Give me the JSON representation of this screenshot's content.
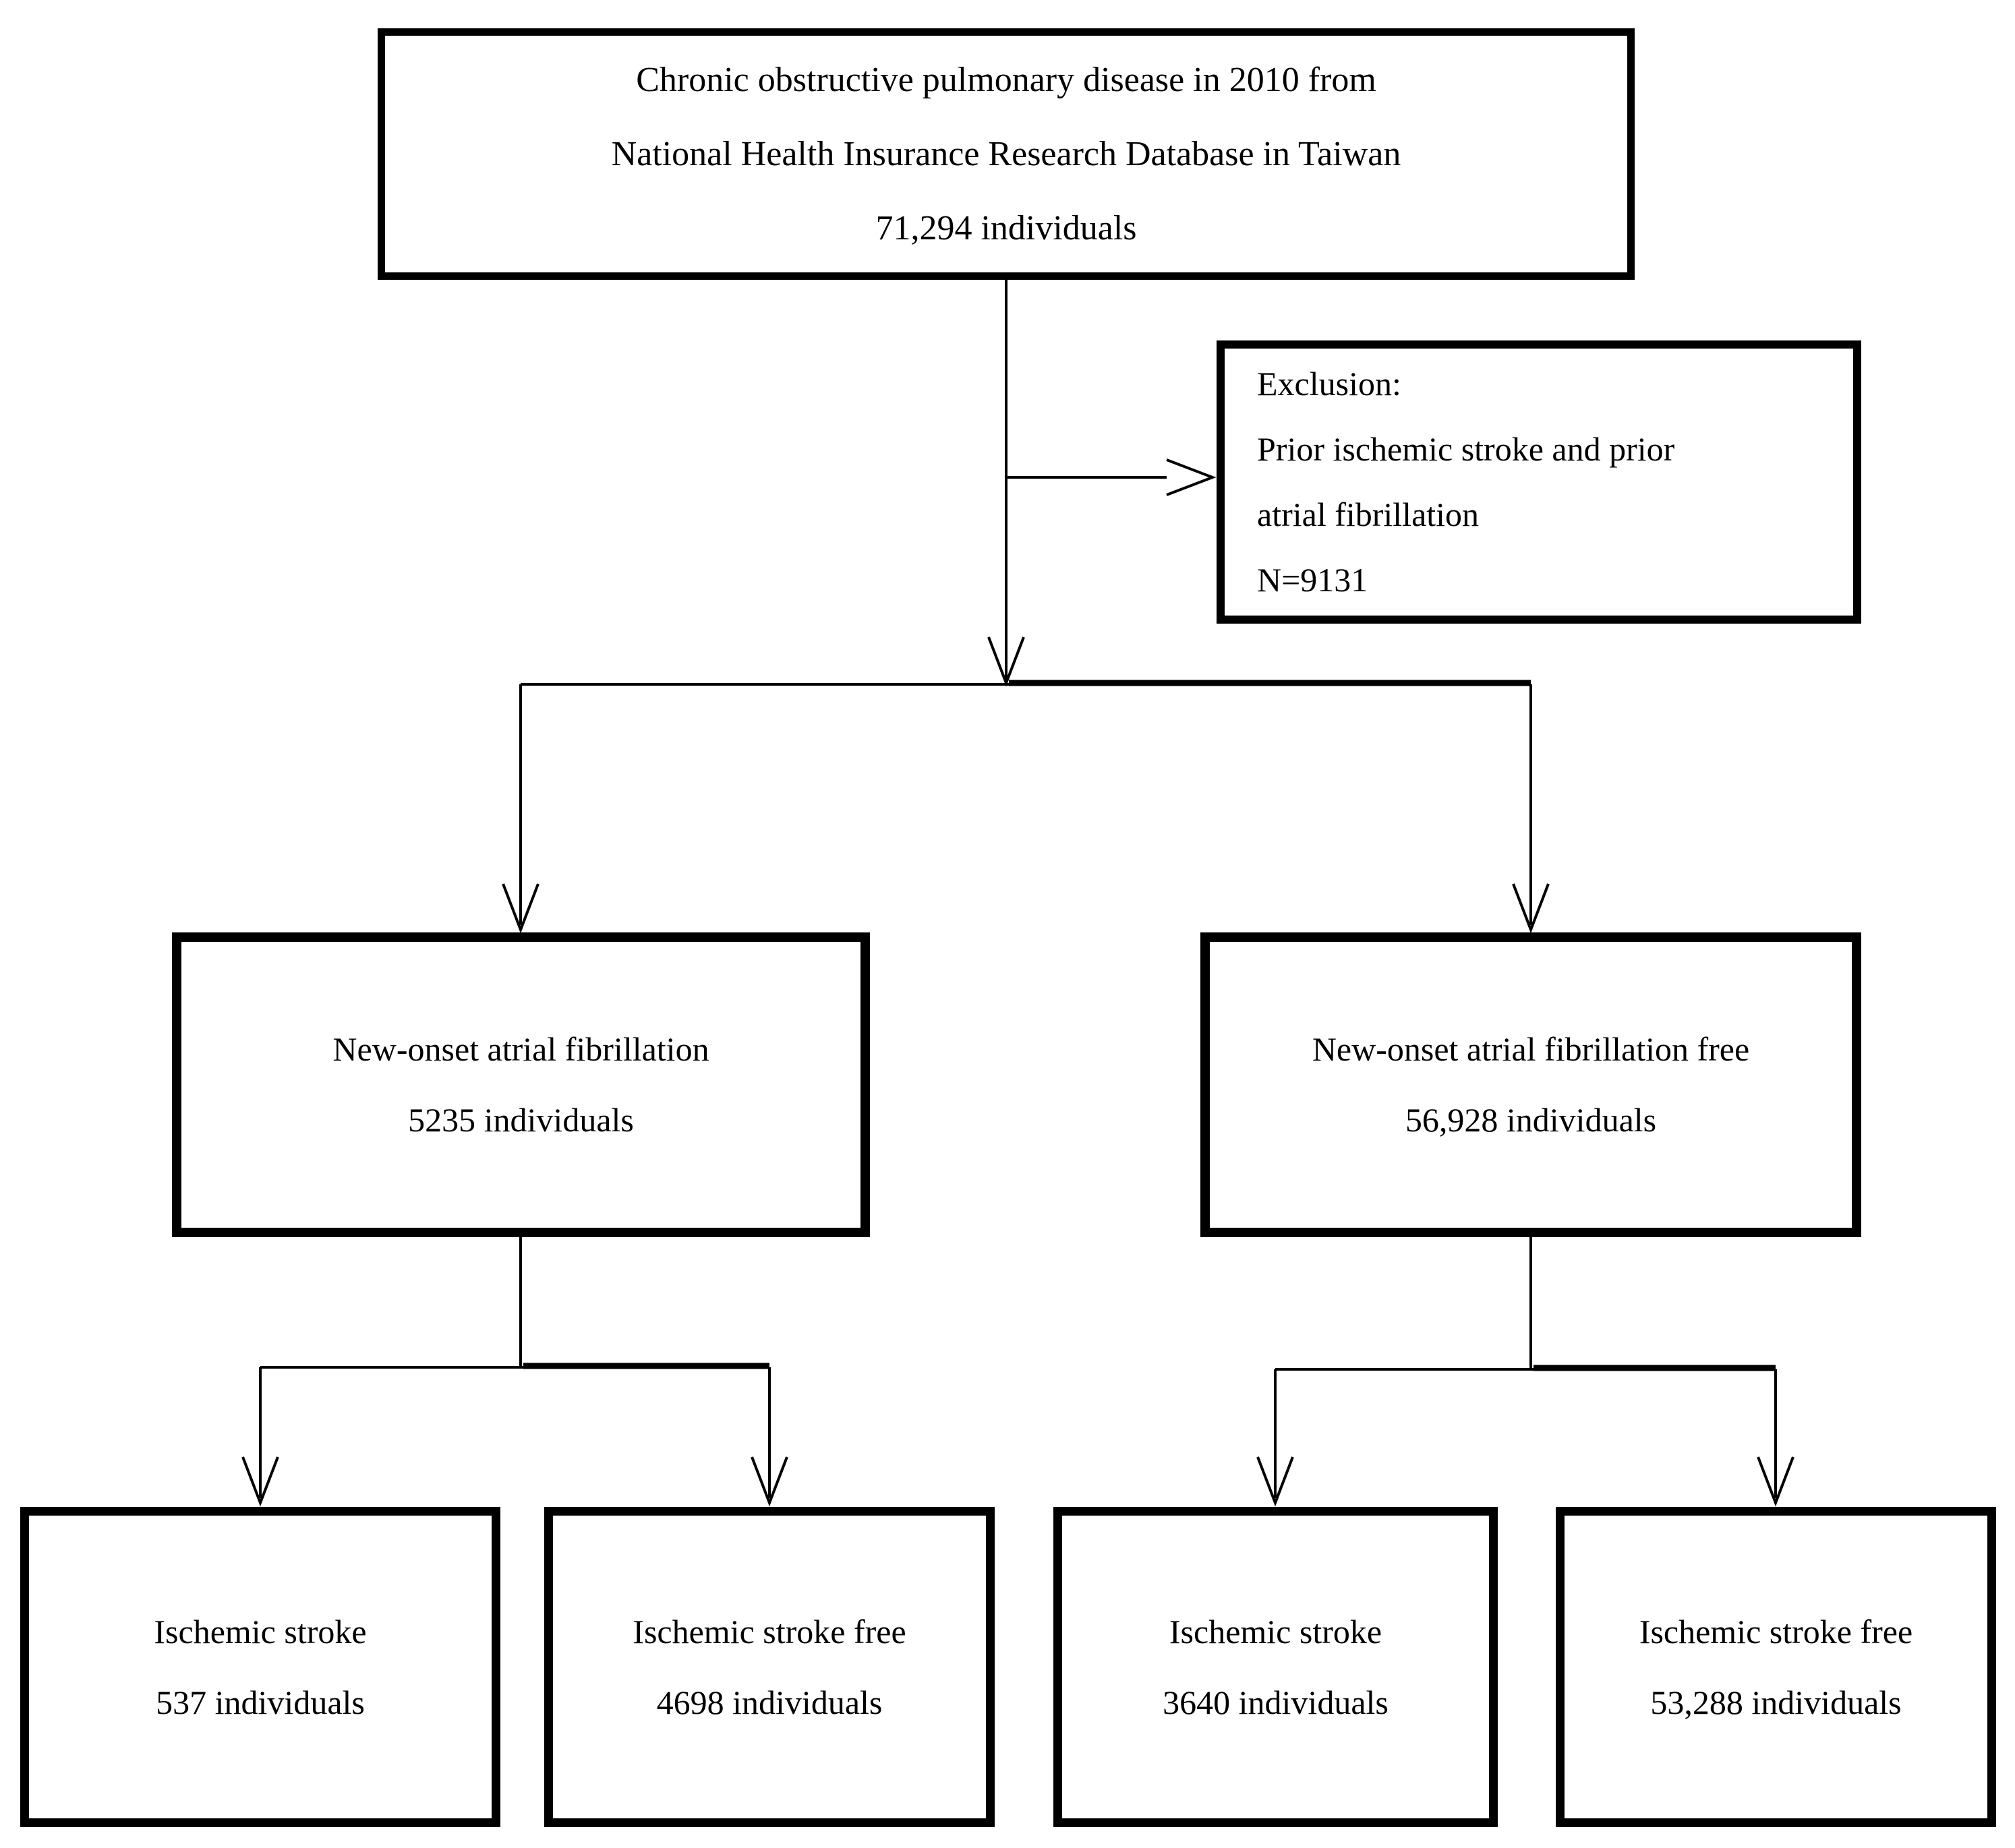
{
  "diagram": {
    "title": "COPD cohort selection flowchart",
    "colors": {
      "ink": "#000000",
      "paper": "#ffffff"
    },
    "boxes": {
      "source": {
        "lines": [
          "Chronic obstructive pulmonary disease in 2010 from",
          "National Health Insurance Research Database in Taiwan",
          "71,294 individuals"
        ]
      },
      "exclusion": {
        "lines": [
          "Exclusion:",
          "Prior ischemic stroke and prior",
          "atrial fibrillation",
          "N=9131"
        ]
      },
      "af": {
        "lines": [
          "New-onset atrial fibrillation",
          "5235 individuals"
        ]
      },
      "af_free": {
        "lines": [
          "New-onset atrial fibrillation free",
          "56,928 individuals"
        ]
      },
      "af_stroke": {
        "lines": [
          "Ischemic stroke",
          "537 individuals"
        ]
      },
      "af_stroke_free": {
        "lines": [
          "Ischemic stroke free",
          "4698 individuals"
        ]
      },
      "affree_stroke": {
        "lines": [
          "Ischemic stroke",
          "3640 individuals"
        ]
      },
      "affree_stroke_free": {
        "lines": [
          "Ischemic stroke free",
          "53,288 individuals"
        ]
      }
    }
  }
}
